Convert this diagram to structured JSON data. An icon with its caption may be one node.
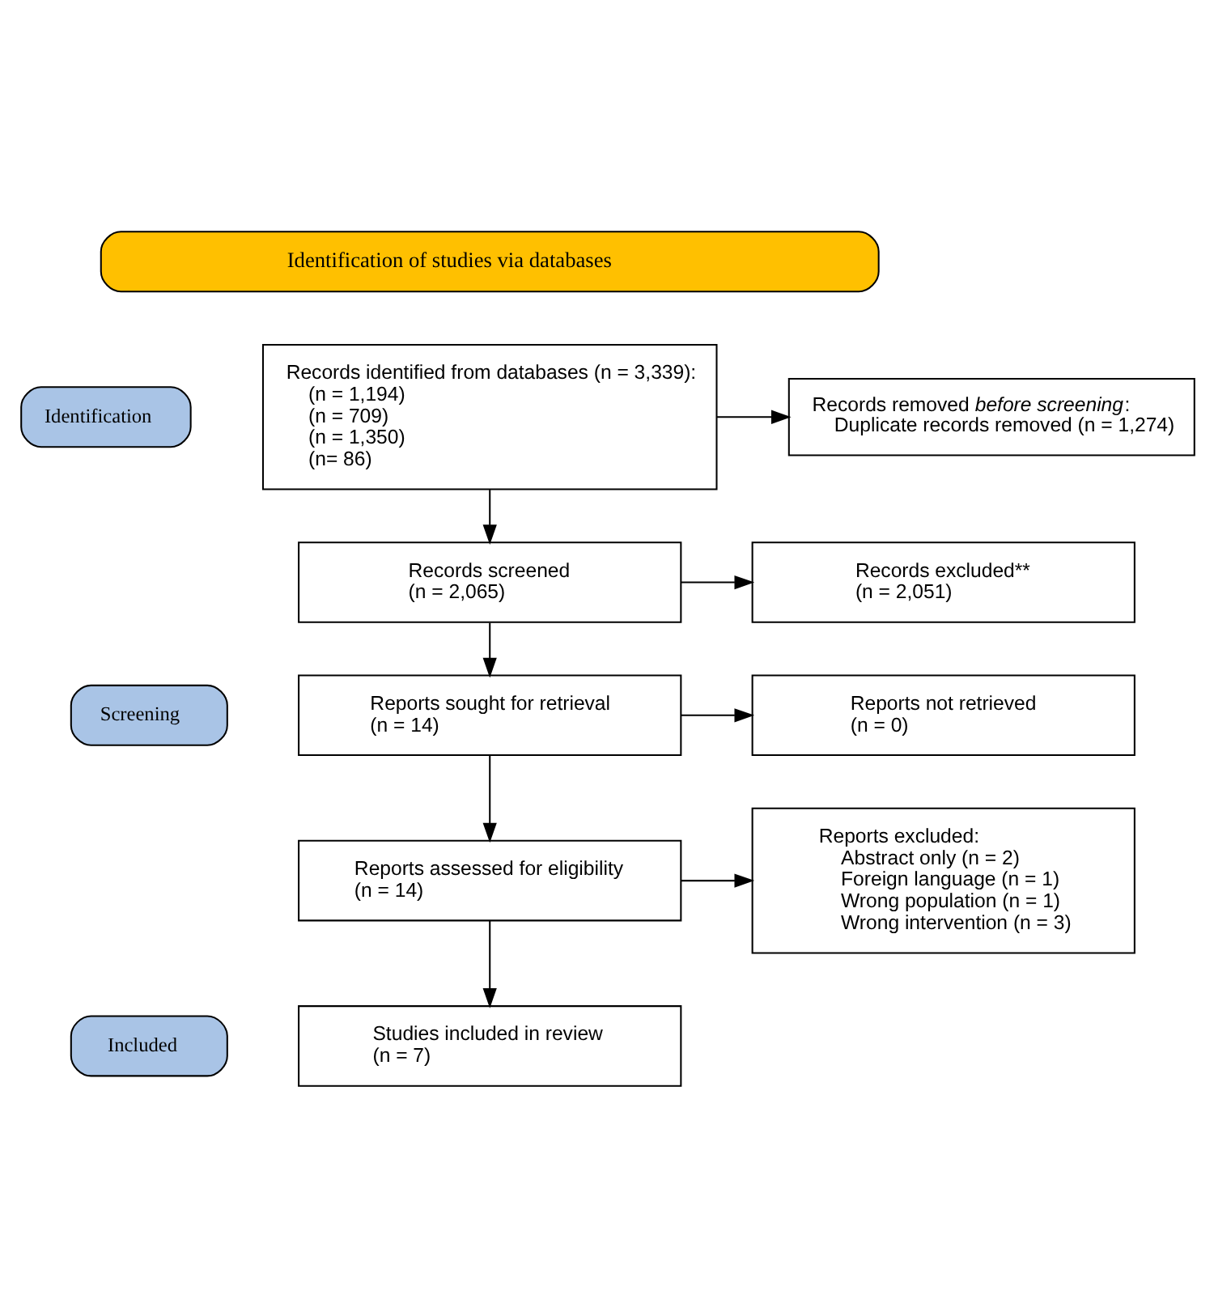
{
  "diagram": {
    "nodes": [
      {
        "text": [
          "Identification of studies via databases"
        ]
      },
      {
        "text": [
          "Identification"
        ]
      },
      {
        "text": [
          "Records identified from databases (n = 3,339):",
          "(n = 1,194)",
          "(n = 709)",
          "(n = 1,350)",
          "(n= 86)"
        ]
      },
      {
        "text": [
          "Records removed *before screening*:",
          "Duplicate records removed (n = 1,274)"
        ]
      },
      {
        "text": [
          "Screening"
        ]
      },
      {
        "text": [
          "Records screened",
          "(n = 2,065)"
        ]
      },
      {
        "text": [
          "Records excluded**",
          "(n = 2,051)"
        ]
      },
      {
        "text": [
          "Reports sought for retrieval",
          "(n = 14)"
        ]
      },
      {
        "text": [
          "Reports not retrieved",
          "(n = 0)"
        ]
      },
      {
        "text": [
          "Reports assessed for eligibility",
          "(n = 14)"
        ]
      },
      {
        "text": [
          "Reports excluded:",
          "Abstract only (n = 2)",
          "Foreign language (n = 1)",
          "Wrong population (n = 1)",
          "Wrong intervention (n = 3)"
        ]
      },
      {
        "text": [
          "Included"
        ]
      },
      {
        "text": [
          "Studies included in review",
          "(n = 7)"
        ]
      }
    ],
    "edges": [
      {
        "from": 2,
        "to": 3,
        "arrow": "to"
      },
      {
        "from": 2,
        "to": 5,
        "arrow": "to"
      },
      {
        "from": 5,
        "to": 6,
        "arrow": "to"
      },
      {
        "from": 5,
        "to": 7,
        "arrow": "to"
      },
      {
        "from": 7,
        "to": 8,
        "arrow": "to"
      },
      {
        "from": 7,
        "to": 9,
        "arrow": "to"
      },
      {
        "from": 9,
        "to": 10,
        "arrow": "to"
      },
      {
        "from": 9,
        "to": 12,
        "arrow": "to"
      }
    ]
  }
}
